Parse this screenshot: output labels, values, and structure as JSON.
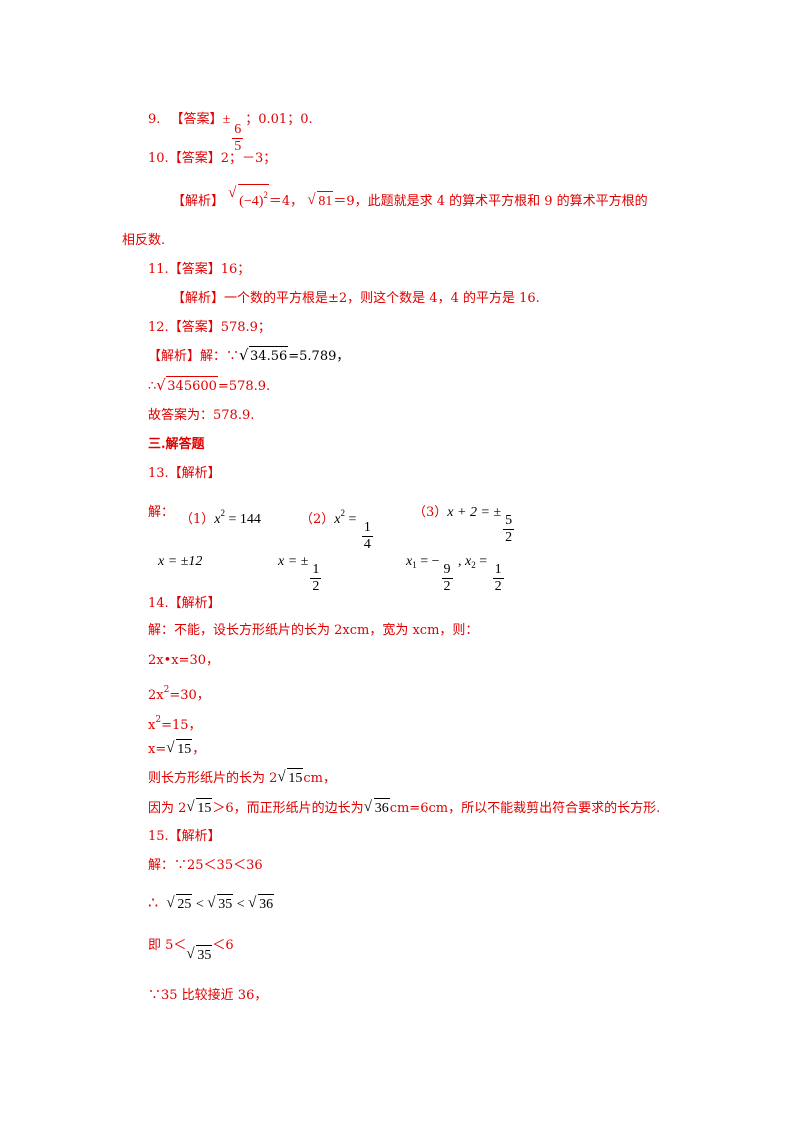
{
  "q9": {
    "num": "9.",
    "tag": "【答案】",
    "pm": "±",
    "frac_num": "6",
    "frac_den": "5",
    "rest": "；0.01；0."
  },
  "q10": {
    "num": "10.",
    "tag": "【答案】",
    "ans": "2；－3；",
    "exp_tag": "【解析】",
    "e1_base": "(−4)",
    "e1_exp": "2",
    "e1_eq": "＝4，",
    "e2_rad": "81",
    "e2_eq": "＝9，此题就是求 4 的算术平方根和 9 的算术平方根的",
    "cont": "相反数."
  },
  "q11": {
    "num": "11.",
    "tag": "【答案】",
    "ans": "16；",
    "exp_tag": "【解析】",
    "exp": "一个数的平方根是±2，则这个数是 4，4 的平方是 16."
  },
  "q12": {
    "num": "12.",
    "tag": "【答案】",
    "ans": "578.9；",
    "exp_tag": "【解析】",
    "l1_pre": "解：∵",
    "l1_rad": "34.56",
    "l1_post": "=5.789，",
    "l2_pre": "∴",
    "l2_rad": "345600",
    "l2_post": "=578.9.",
    "l3": "故答案为：578.9."
  },
  "section3": "三.解答题",
  "q13": {
    "head": "13.【解析】",
    "jie": "解：",
    "p1": "（1）",
    "p1_x": "x",
    "p1_exp": "2",
    "p1_eq": " = 144",
    "p2": "（2）",
    "p2_x": "x",
    "p2_exp": "2",
    "p2_eq": " = ",
    "p2_num": "1",
    "p2_den": "4",
    "p3": "（3）",
    "p3_lhs": "x + 2 = ±",
    "p3_num": "5",
    "p3_den": "2",
    "s1": "x = ±12",
    "s2_lhs": "x = ±",
    "s2_num": "1",
    "s2_den": "2",
    "s3_x1": "x",
    "s3_sub1": "1",
    "s3_eq1": " = −",
    "s3_num1": "9",
    "s3_den1": "2",
    "s3_comma": " , ",
    "s3_x2": "x",
    "s3_sub2": "2",
    "s3_eq2": " = ",
    "s3_num2": "1",
    "s3_den2": "2"
  },
  "q14": {
    "head": "14.【解析】",
    "l1": "解：不能，设长方形纸片的长为 2xcm，宽为 xcm，则：",
    "l2": "2x•x=30，",
    "l3_a": "2x",
    "l3_exp": "2",
    "l3_b": "=30，",
    "l4_a": "x",
    "l4_exp": "2",
    "l4_b": "=15，",
    "l5_a": "x=",
    "l5_rad": "15",
    "l5_b": "，",
    "l6_a": "则长方形纸片的长为 2",
    "l6_rad": "15",
    "l6_b": "cm，",
    "l7_a": "因为 2",
    "l7_rad": "15",
    "l7_b": "＞6，而正形纸片的边长为",
    "l7_rad2": "36",
    "l7_c": "cm=6cm，所以不能裁剪出符合要求的长方形."
  },
  "q15": {
    "head": "15.【解析】",
    "l1": "解：∵25＜35＜36",
    "l2_pre": "∴",
    "l2_r1": "25",
    "l2_lt1": " < ",
    "l2_r2": "35",
    "l2_lt2": " < ",
    "l2_r3": "36",
    "l3_a": "即 5＜",
    "l3_rad": "35",
    "l3_b": "＜6",
    "l4": "∵35 比较接近 36，"
  }
}
